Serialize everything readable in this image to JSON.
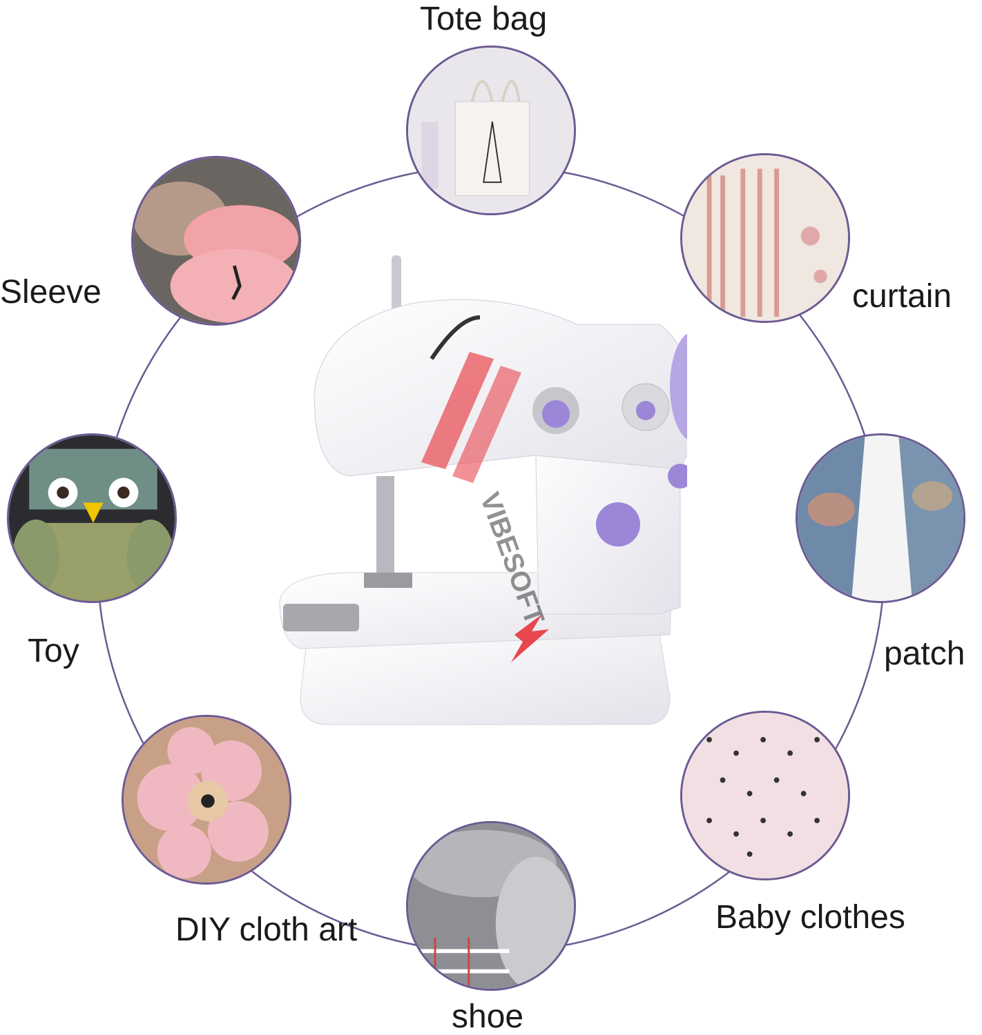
{
  "uses": {
    "tote_bag": "Tote bag",
    "curtain": "curtain",
    "patch": "patch",
    "baby_clothes": "Baby clothes",
    "shoe": "shoe",
    "diy_cloth_art": "DIY cloth art",
    "toy": "Toy",
    "sleeve": "Sleeve"
  },
  "watermark": "VIBESOFT",
  "colors": {
    "ring": "#6b5a92",
    "accent": "#9b86d8",
    "watermark": "#e8474f"
  }
}
